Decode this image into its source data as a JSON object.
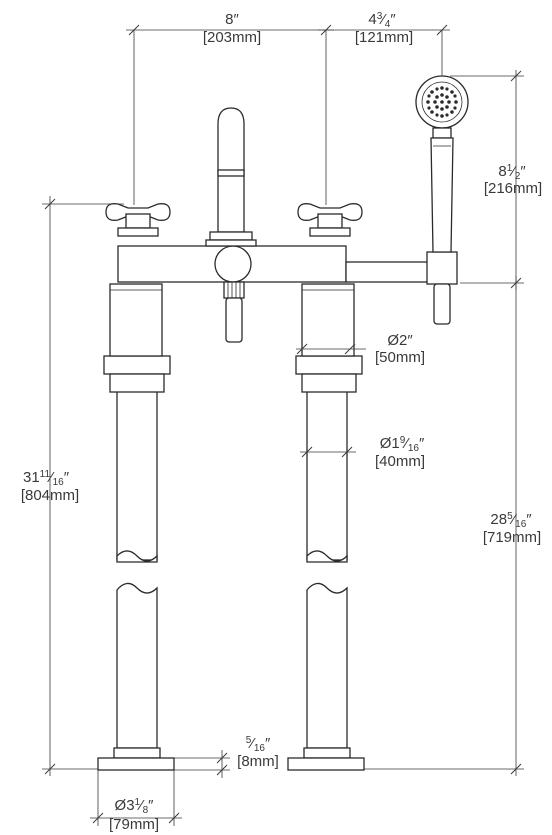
{
  "dimensions": {
    "spout_spacing": {
      "inch_whole": "8",
      "inch_num": "",
      "inch_den": "",
      "inch_mark": "″",
      "metric": "[203mm]"
    },
    "hand_shower_offset": {
      "inch_whole": "4",
      "inch_num": "3",
      "inch_den": "4",
      "inch_mark": "″",
      "metric": "[121mm]"
    },
    "hand_shower_height": {
      "inch_whole": "8",
      "inch_num": "1",
      "inch_den": "2",
      "inch_mark": "″",
      "metric": "[216mm]"
    },
    "overall_height": {
      "inch_whole": "31",
      "inch_num": "11",
      "inch_den": "16",
      "inch_mark": "″",
      "metric": "[804mm]"
    },
    "riser_height": {
      "inch_whole": "28",
      "inch_num": "5",
      "inch_den": "16",
      "inch_mark": "″",
      "metric": "[719mm]"
    },
    "collar_diameter": {
      "prefix": "Ø",
      "inch_whole": "2",
      "inch_num": "",
      "inch_den": "",
      "inch_mark": "″",
      "metric": "[50mm]"
    },
    "pipe_diameter": {
      "prefix": "Ø",
      "inch_whole": "1",
      "inch_num": "9",
      "inch_den": "16",
      "inch_mark": "″",
      "metric": "[40mm]"
    },
    "base_thickness": {
      "inch_whole": "",
      "inch_num": "5",
      "inch_den": "16",
      "inch_mark": "″",
      "metric": "[8mm]"
    },
    "base_diameter": {
      "prefix": "Ø",
      "inch_whole": "3",
      "inch_num": "1",
      "inch_den": "8",
      "inch_mark": "″",
      "metric": "[79mm]"
    }
  }
}
